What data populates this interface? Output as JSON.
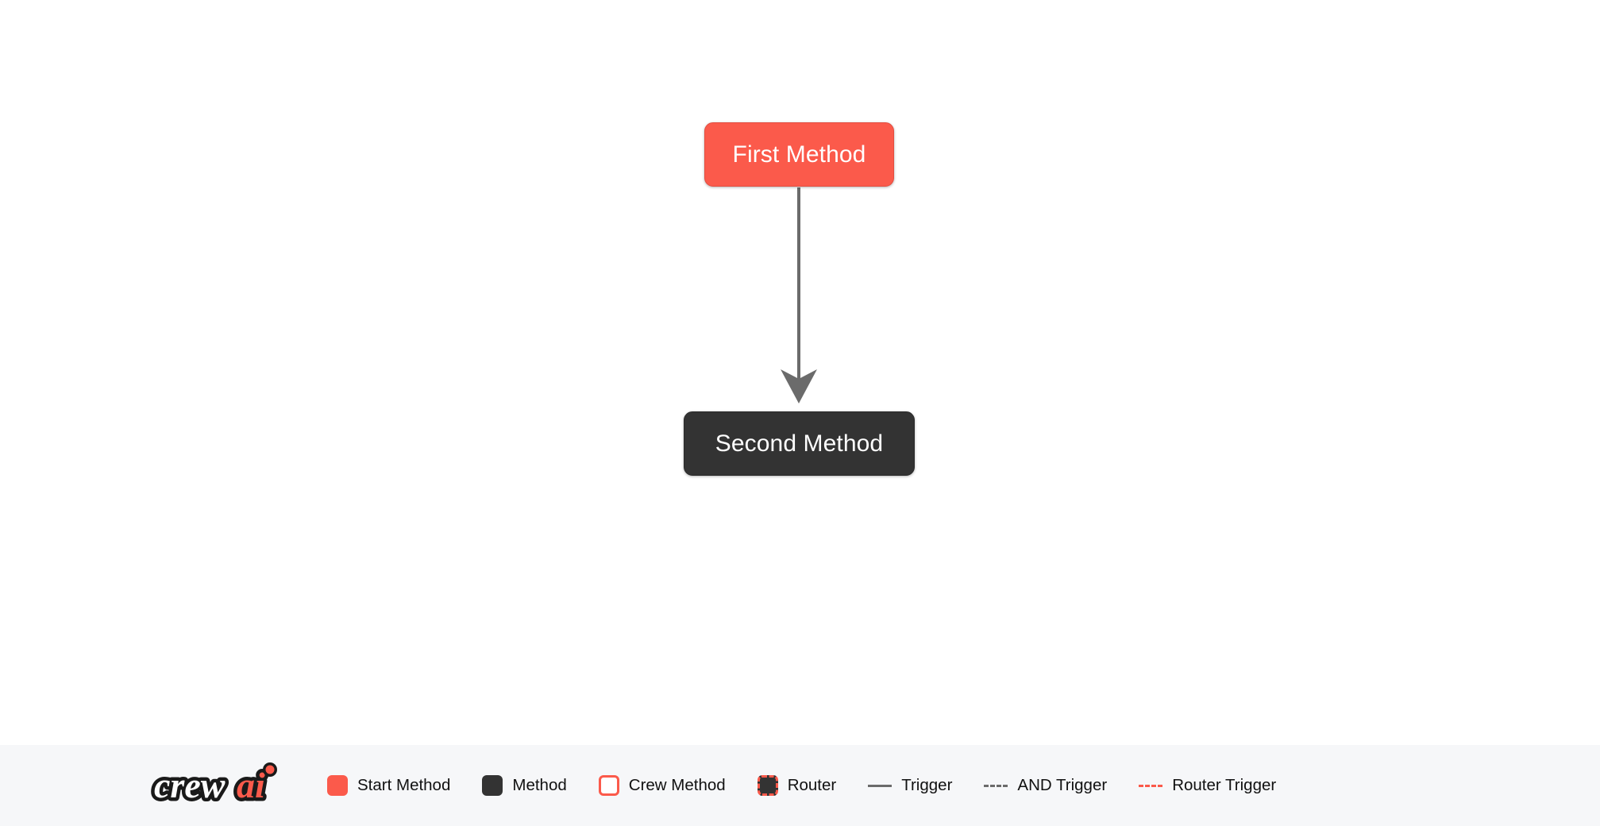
{
  "canvas": {
    "background": "#ffffff",
    "nodes": [
      {
        "id": "first-method",
        "label": "First Method",
        "type": "start-method",
        "fill": "#FB5A4B",
        "text_color": "#ffffff"
      },
      {
        "id": "second-method",
        "label": "Second Method",
        "type": "method",
        "fill": "#333333",
        "text_color": "#ffffff"
      }
    ],
    "edges": [
      {
        "from": "first-method",
        "to": "second-method",
        "style": "trigger",
        "color": "#6b6b6b",
        "arrowhead": true
      }
    ]
  },
  "legend": {
    "background": "#F6F7F9",
    "brand": {
      "name": "crewai",
      "part_dark": "crew",
      "part_accent": "ai",
      "accent_color": "#FB5A4B"
    },
    "items": [
      {
        "label": "Start Method",
        "icon": "filled-square-coral",
        "color": "#FB5A4B"
      },
      {
        "label": "Method",
        "icon": "filled-square-dark",
        "color": "#333333"
      },
      {
        "label": "Crew Method",
        "icon": "outlined-square-coral",
        "color": "#FB5A4B"
      },
      {
        "label": "Router",
        "icon": "dashed-square-coral",
        "color": "#FB5A4B"
      },
      {
        "label": "Trigger",
        "icon": "solid-line-gray",
        "color": "#6b6b6b"
      },
      {
        "label": "AND Trigger",
        "icon": "dashed-line-gray",
        "color": "#6b6b6b"
      },
      {
        "label": "Router Trigger",
        "icon": "dashed-line-coral",
        "color": "#FB5A4B"
      }
    ]
  }
}
